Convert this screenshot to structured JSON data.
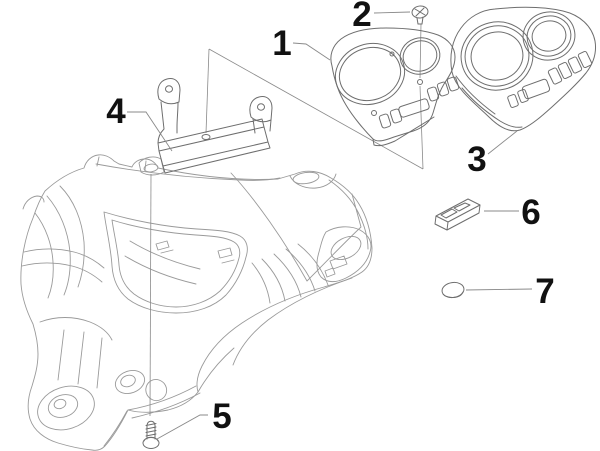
{
  "figure": {
    "background_color": "#ffffff",
    "body_line_color": "#9a9a9a",
    "part_line_color": "#6e6e6e",
    "leader_line_color": "#8a8a8a",
    "label_color": "#111111"
  },
  "callouts": [
    {
      "label": "1"
    },
    {
      "label": "2"
    },
    {
      "label": "3"
    },
    {
      "label": "4"
    },
    {
      "label": "5"
    },
    {
      "label": "6"
    },
    {
      "label": "7"
    }
  ]
}
